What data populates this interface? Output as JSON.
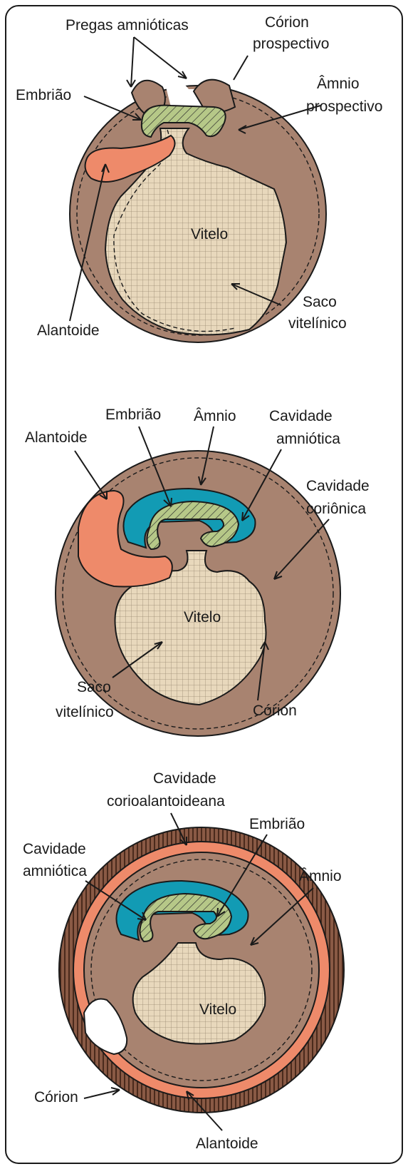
{
  "colors": {
    "tissue": "#A88370",
    "yolk": "#E8D8BC",
    "embryo": "#B6C888",
    "amnion_cavity": "#129BB4",
    "allantois": "#EE8A6A",
    "chorion_dark": "#5A3223",
    "outline": "#1a1a1a"
  },
  "stage1": {
    "labels": {
      "amniotic_folds": "Pregas amnióticas",
      "prospective_chorion_1": "Córion",
      "prospective_chorion_2": "prospectivo",
      "embryo": "Embrião",
      "prospective_amnion_1": "Âmnio",
      "prospective_amnion_2": "prospectivo",
      "yolk": "Vitelo",
      "allantois": "Alantoide",
      "yolk_sac_1": "Saco",
      "yolk_sac_2": "vitelínico"
    }
  },
  "stage2": {
    "labels": {
      "embryo": "Embrião",
      "amnion": "Âmnio",
      "amniotic_cavity_1": "Cavidade",
      "amniotic_cavity_2": "amniótica",
      "allantois": "Alantoide",
      "chorionic_cavity_1": "Cavidade",
      "chorionic_cavity_2": "coriônica",
      "yolk": "Vitelo",
      "yolk_sac_1": "Saco",
      "yolk_sac_2": "vitelínico",
      "chorion": "Córion"
    }
  },
  "stage3": {
    "labels": {
      "chorioallantoic_cavity_1": "Cavidade",
      "chorioallantoic_cavity_2": "corioalantoideana",
      "embryo": "Embrião",
      "amniotic_cavity_1": "Cavidade",
      "amniotic_cavity_2": "amniótica",
      "amnion": "Âmnio",
      "yolk": "Vitelo",
      "chorion": "Córion",
      "allantois": "Alantoide"
    }
  }
}
